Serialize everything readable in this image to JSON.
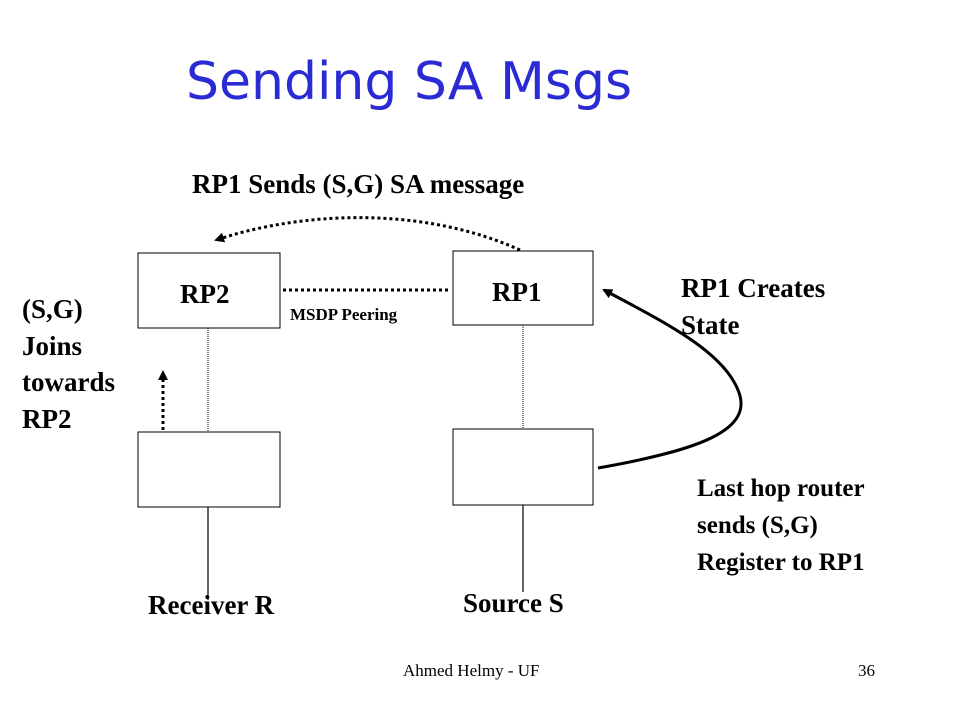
{
  "slide": {
    "title": "Sending SA Msgs",
    "caption_sa": "RP1 Sends (S,G) SA message",
    "msdp_label": "MSDP Peering",
    "rp1_creates_lines": [
      "RP1 Creates",
      "State"
    ],
    "joins_lines": [
      "(S,G)",
      "Joins",
      "towards",
      "RP2"
    ],
    "register_lines": [
      "Last hop router",
      "sends (S,G)",
      "Register to RP1"
    ],
    "footer": "Ahmed Helmy - UF",
    "page_number": "36"
  },
  "nodes": {
    "rp2": "RP2",
    "rp1": "RP1",
    "receiver": "Receiver R",
    "source": "Source S"
  },
  "colors": {
    "title": "#2b2bd6",
    "ink": "#000000",
    "background": "#ffffff"
  }
}
